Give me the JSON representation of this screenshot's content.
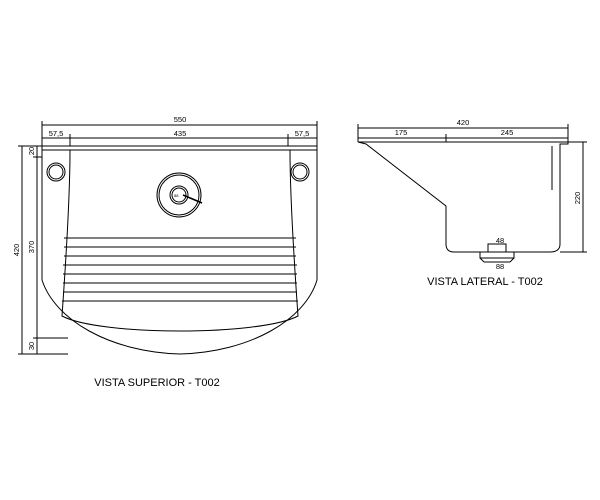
{
  "top_view": {
    "caption": "VISTA SUPERIOR - T002",
    "dims": {
      "width_total": "550",
      "left_margin": "57,5",
      "inner_width": "435",
      "right_margin": "57,5",
      "depth_total": "420",
      "rim": "20",
      "inner_depth": "370",
      "bottom": "30"
    },
    "drain_label": "88"
  },
  "side_view": {
    "caption": "VISTA LATERAL - T002",
    "dims": {
      "depth_total": "420",
      "front": "175",
      "rear": "245",
      "height": "220",
      "drain_top": "48",
      "drain_bottom": "88"
    }
  }
}
